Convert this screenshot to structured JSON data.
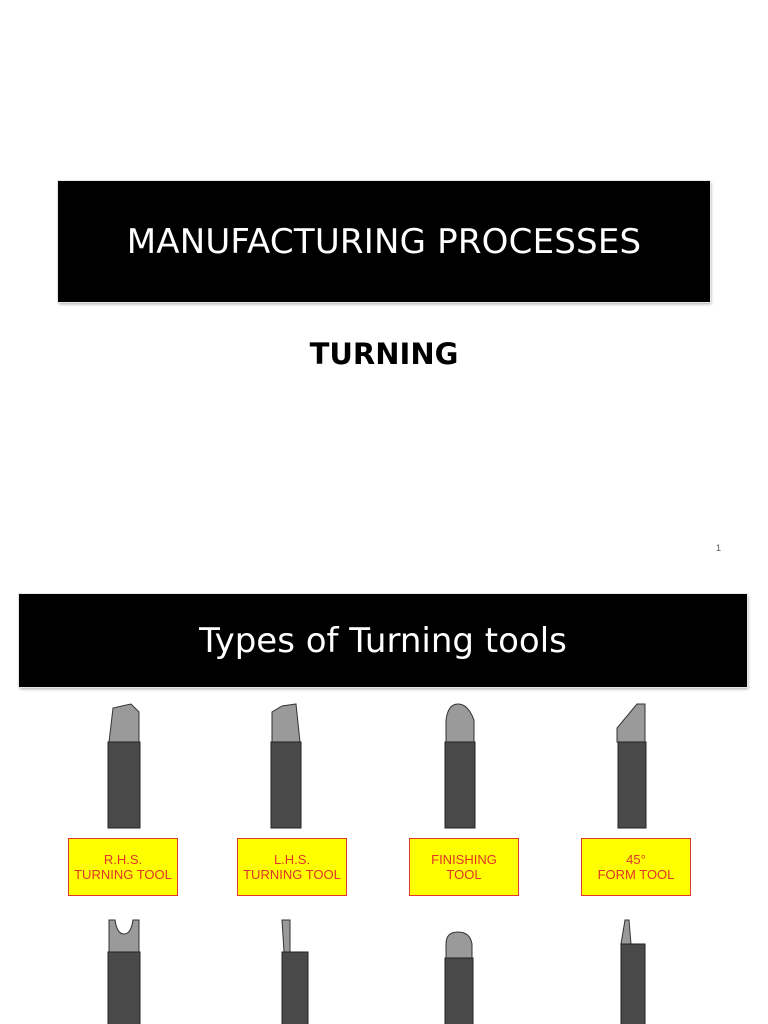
{
  "slide1": {
    "title": "MANUFACTURING PROCESSES",
    "subtitle": "TURNING",
    "page_number": "1"
  },
  "slide2": {
    "heading": "Types of Turning tools",
    "tools": [
      {
        "line1": "R.H.S.",
        "line2": "TURNING TOOL"
      },
      {
        "line1": "L.H.S.",
        "line2": "TURNING TOOL"
      },
      {
        "line1": "FINISHING",
        "line2": "TOOL"
      },
      {
        "line1": "45°",
        "line2": "FORM TOOL"
      }
    ]
  },
  "colors": {
    "banner_bg": "#000000",
    "label_bg": "#ffff00",
    "label_text": "#e0352b",
    "tool_body": "#4a4a4a",
    "tool_tip": "#9a9a9a"
  }
}
